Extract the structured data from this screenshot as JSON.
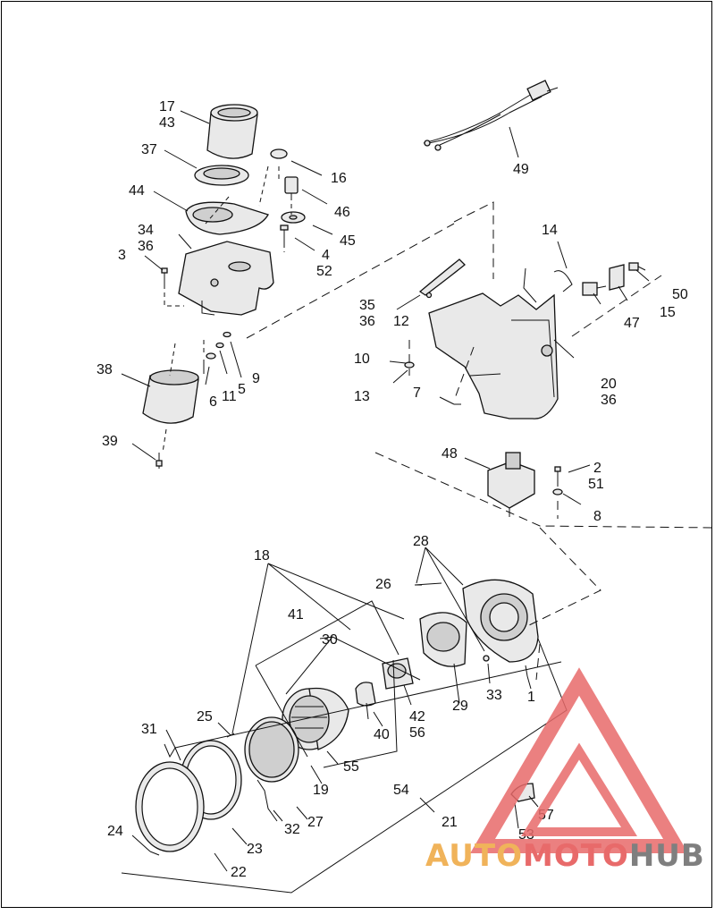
{
  "diagram": {
    "callouts": [
      {
        "id": "c17",
        "text": "17"
      },
      {
        "id": "c43",
        "text": "43"
      },
      {
        "id": "c37",
        "text": "37"
      },
      {
        "id": "c16",
        "text": "16"
      },
      {
        "id": "c44",
        "text": "44"
      },
      {
        "id": "c46",
        "text": "46"
      },
      {
        "id": "c34",
        "text": "34"
      },
      {
        "id": "c36a",
        "text": "36"
      },
      {
        "id": "c45",
        "text": "45"
      },
      {
        "id": "c4",
        "text": "4"
      },
      {
        "id": "c52",
        "text": "52"
      },
      {
        "id": "c3",
        "text": "3"
      },
      {
        "id": "c38",
        "text": "38"
      },
      {
        "id": "c6",
        "text": "6"
      },
      {
        "id": "c11",
        "text": "11"
      },
      {
        "id": "c5",
        "text": "5"
      },
      {
        "id": "c9",
        "text": "9"
      },
      {
        "id": "c39",
        "text": "39"
      },
      {
        "id": "c49",
        "text": "49"
      },
      {
        "id": "c14",
        "text": "14"
      },
      {
        "id": "c50",
        "text": "50"
      },
      {
        "id": "c35",
        "text": "35"
      },
      {
        "id": "c36b",
        "text": "36"
      },
      {
        "id": "c12",
        "text": "12"
      },
      {
        "id": "c15",
        "text": "15"
      },
      {
        "id": "c47",
        "text": "47"
      },
      {
        "id": "c10",
        "text": "10"
      },
      {
        "id": "c20",
        "text": "20"
      },
      {
        "id": "c36c",
        "text": "36"
      },
      {
        "id": "c13",
        "text": "13"
      },
      {
        "id": "c7",
        "text": "7"
      },
      {
        "id": "c48",
        "text": "48"
      },
      {
        "id": "c2",
        "text": "2"
      },
      {
        "id": "c51",
        "text": "51"
      },
      {
        "id": "c8",
        "text": "8"
      },
      {
        "id": "c18",
        "text": "18"
      },
      {
        "id": "c28",
        "text": "28"
      },
      {
        "id": "c26",
        "text": "26"
      },
      {
        "id": "c41",
        "text": "41"
      },
      {
        "id": "c30",
        "text": "30"
      },
      {
        "id": "c33",
        "text": "33"
      },
      {
        "id": "c1",
        "text": "1"
      },
      {
        "id": "c42",
        "text": "42"
      },
      {
        "id": "c56",
        "text": "56"
      },
      {
        "id": "c29",
        "text": "29"
      },
      {
        "id": "c25",
        "text": "25"
      },
      {
        "id": "c40",
        "text": "40"
      },
      {
        "id": "c31",
        "text": "31"
      },
      {
        "id": "c55",
        "text": "55"
      },
      {
        "id": "c19",
        "text": "19"
      },
      {
        "id": "c54",
        "text": "54"
      },
      {
        "id": "c27",
        "text": "27"
      },
      {
        "id": "c32",
        "text": "32"
      },
      {
        "id": "c21",
        "text": "21"
      },
      {
        "id": "c57",
        "text": "57"
      },
      {
        "id": "c53",
        "text": "53"
      },
      {
        "id": "c24",
        "text": "24"
      },
      {
        "id": "c23",
        "text": "23"
      },
      {
        "id": "c22",
        "text": "22"
      }
    ]
  },
  "watermark": {
    "part1": "AUTO",
    "part2": "MOTO",
    "part3": "HUB",
    "color_orange": "#f0b35a",
    "color_red": "#e86a6a",
    "color_gray": "#7f7f7f"
  }
}
